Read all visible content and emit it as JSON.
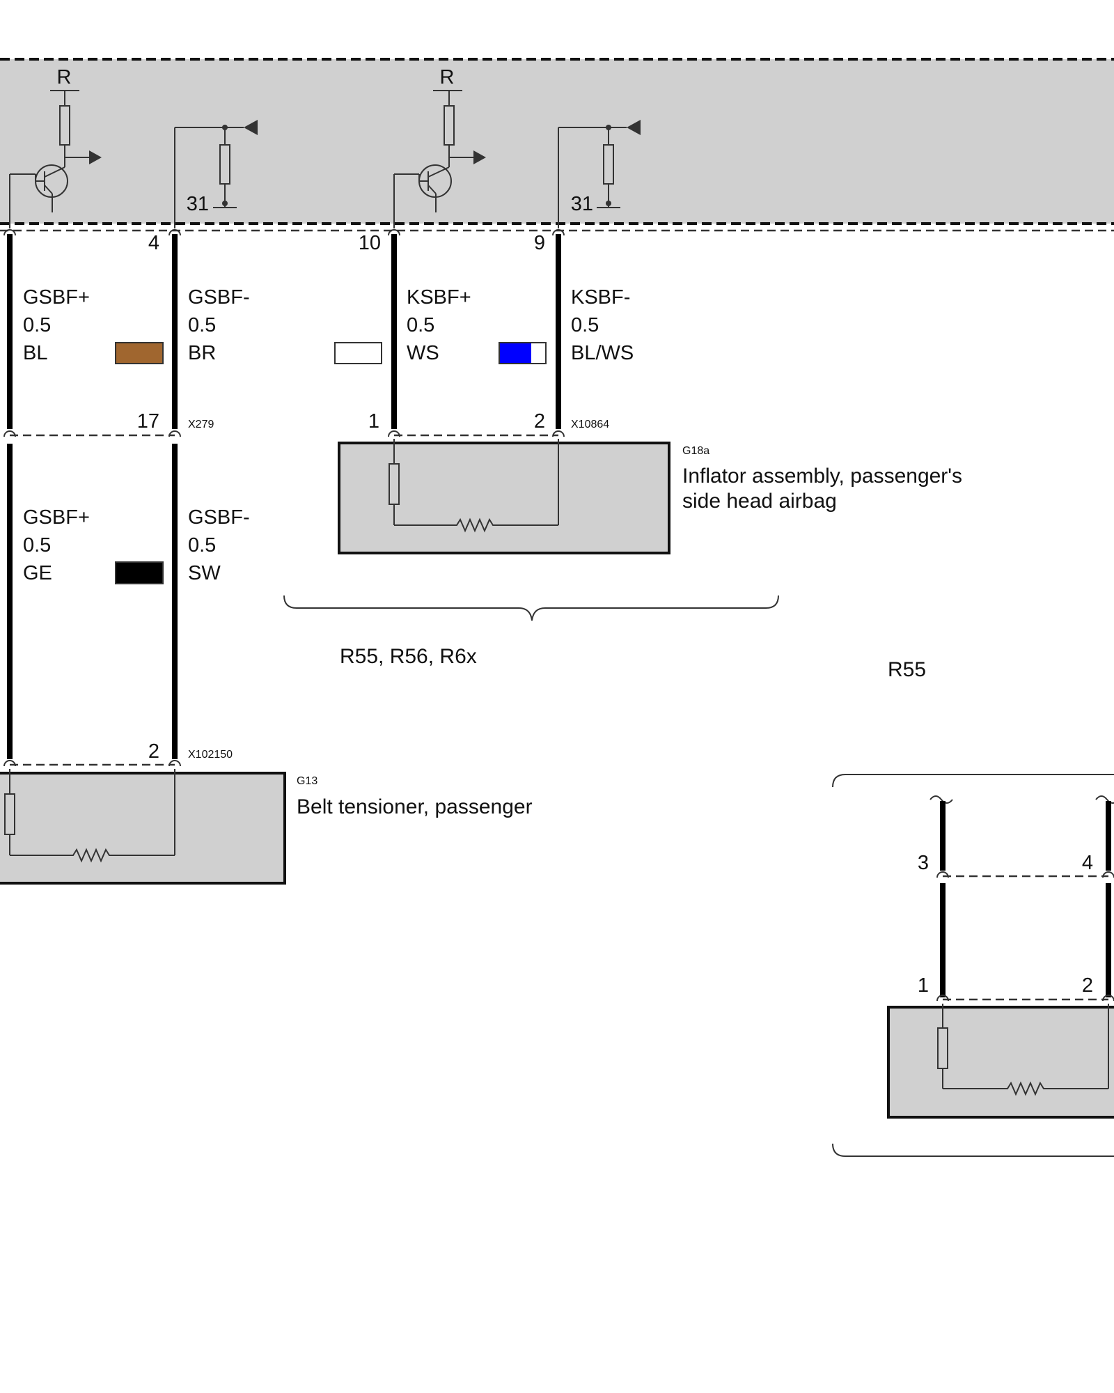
{
  "control_unit": {
    "supply_labels": [
      "R",
      "R"
    ],
    "ground_labels": [
      "31",
      "31"
    ]
  },
  "wires": [
    {
      "signal": "GSBF+",
      "size": "0.5",
      "color_code": "BL",
      "swatch": [
        "#a0662f"
      ]
    },
    {
      "signal": "GSBF-",
      "size": "0.5",
      "color_code": "BR"
    },
    {
      "signal": "KSBF+",
      "size": "0.5",
      "color_code": "WS",
      "swatch": [
        "#ffffff"
      ]
    },
    {
      "signal": "KSBF-",
      "size": "0.5",
      "color_code": "BL/WS",
      "swatch": [
        "#0000ff",
        "#ffffff"
      ]
    },
    {
      "signal": "GSBF+",
      "size": "0.5",
      "color_code": "GE",
      "swatch": [
        "#000000"
      ]
    },
    {
      "signal": "GSBF-",
      "size": "0.5",
      "color_code": "SW"
    }
  ],
  "pins": {
    "control_unit": [
      "4",
      "10",
      "9"
    ],
    "x279": [
      "17"
    ],
    "x10864": [
      "1",
      "2"
    ],
    "x102150": [
      "2"
    ],
    "r55_upper": [
      "3",
      "4"
    ],
    "r55_lower": [
      "1",
      "2"
    ]
  },
  "connectors": {
    "x279": "X279",
    "x10864": "X10864",
    "x102150": "X102150"
  },
  "components": {
    "g18a": {
      "id": "G18a",
      "name_line1": "Inflator assembly, passenger's",
      "name_line2": "side head airbag"
    },
    "g13": {
      "id": "G13",
      "name": "Belt tensioner, passenger"
    }
  },
  "variants": {
    "group1": "R55, R56, R6x",
    "group2": "R55"
  }
}
